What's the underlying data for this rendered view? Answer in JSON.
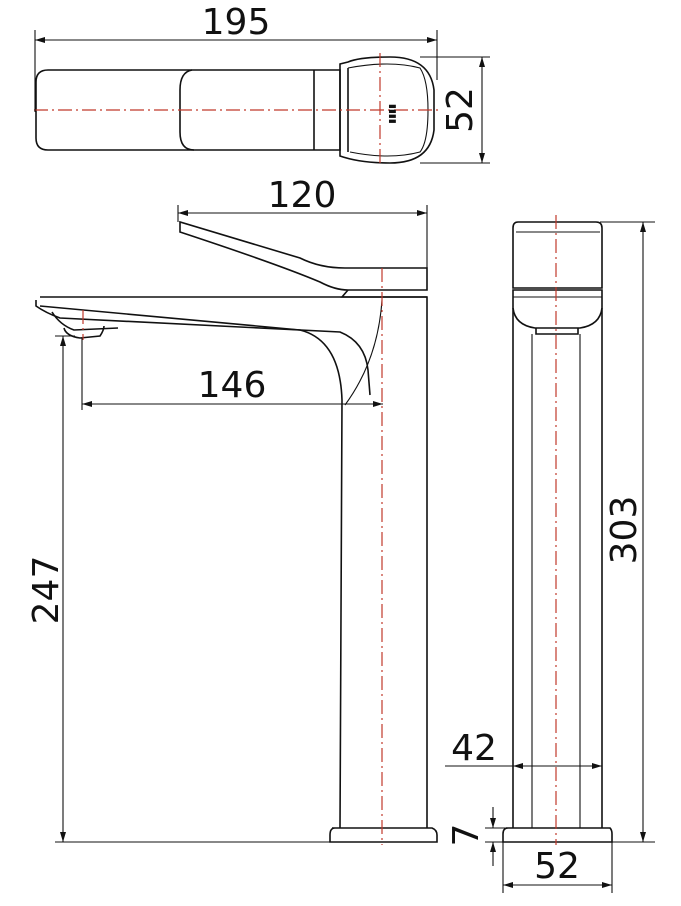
{
  "colors": {
    "outline": "#111111",
    "centerline": "#c0392b",
    "background": "#ffffff"
  },
  "dimensions": {
    "top_length": "195",
    "top_width": "52",
    "lever_length": "120",
    "spout_reach": "146",
    "spout_height": "247",
    "total_height": "303",
    "body_diameter": "42",
    "base_thickness": "7",
    "base_diameter": "52"
  }
}
